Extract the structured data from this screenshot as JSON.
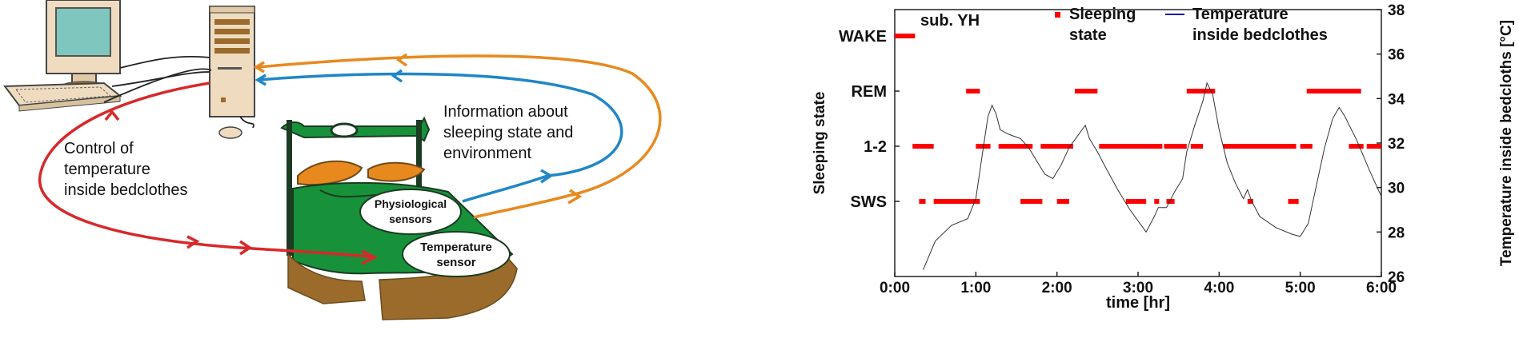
{
  "diagram": {
    "control_label": [
      "Control of",
      "temperature",
      "inside bedclothes"
    ],
    "info_label": [
      "Information about",
      "sleeping state and",
      "environment"
    ],
    "physio_label": [
      "Physiological",
      "sensors"
    ],
    "temp_sensor_label": [
      "Temperature",
      "sensor"
    ],
    "colors": {
      "orange": "#e8891e",
      "blue": "#1f86c8",
      "red": "#d8282a",
      "green": "#17913a",
      "brown": "#9a6b2b"
    }
  },
  "chart_data": {
    "type": "line",
    "subject_label": "sub. YH",
    "legend": {
      "sleep": "Sleeping state",
      "sleep_lines": [
        "Sleeping",
        "state"
      ],
      "temp_lines": [
        "Temperature",
        "inside bedclothes"
      ]
    },
    "xlabel": "time [hr]",
    "ylabel_left": "Sleeping state",
    "ylabel_right": "Temperature inside bedcloths [°C]",
    "x_ticks": [
      "0:00",
      "1:00",
      "2:00",
      "3:00",
      "4:00",
      "5:00",
      "6:00"
    ],
    "xlim": [
      0,
      6
    ],
    "sleep_levels": [
      "WAKE",
      "REM",
      "1-2",
      "SWS"
    ],
    "y_right_ticks": [
      "26",
      "28",
      "30",
      "32",
      "34",
      "36",
      "38"
    ],
    "ylim_right": [
      26,
      38
    ],
    "sleep_color": "#ff0000",
    "temp_color": "#333333",
    "legend_temp_color": "#1a1a9e",
    "sleep_segments": {
      "WAKE": [
        [
          0.0,
          0.25
        ]
      ],
      "REM": [
        [
          0.88,
          1.05
        ],
        [
          2.22,
          2.5
        ],
        [
          3.6,
          3.95
        ],
        [
          5.08,
          5.75
        ]
      ],
      "1-2": [
        [
          0.22,
          0.48
        ],
        [
          1.0,
          1.18
        ],
        [
          1.28,
          1.7
        ],
        [
          1.8,
          2.2
        ],
        [
          2.52,
          3.3
        ],
        [
          3.32,
          3.6
        ],
        [
          3.65,
          3.8
        ],
        [
          4.05,
          4.95
        ],
        [
          5.0,
          5.15
        ],
        [
          5.6,
          5.78
        ],
        [
          5.82,
          6.0
        ]
      ],
      "SWS": [
        [
          0.3,
          0.38
        ],
        [
          0.48,
          1.05
        ],
        [
          1.55,
          1.82
        ],
        [
          2.0,
          2.15
        ],
        [
          2.85,
          3.1
        ],
        [
          3.2,
          3.26
        ],
        [
          3.35,
          3.45
        ],
        [
          4.35,
          4.42
        ],
        [
          4.85,
          4.98
        ]
      ]
    },
    "temperature": {
      "t": [
        0.35,
        0.5,
        0.7,
        0.9,
        1.0,
        1.1,
        1.15,
        1.2,
        1.25,
        1.3,
        1.4,
        1.55,
        1.65,
        1.75,
        1.85,
        1.95,
        2.05,
        2.15,
        2.25,
        2.35,
        2.4,
        2.5,
        2.6,
        2.75,
        2.9,
        3.0,
        3.1,
        3.2,
        3.25,
        3.35,
        3.45,
        3.55,
        3.6,
        3.7,
        3.8,
        3.85,
        3.92,
        4.0,
        4.1,
        4.2,
        4.3,
        4.35,
        4.4,
        4.5,
        4.7,
        4.9,
        5.0,
        5.1,
        5.2,
        5.3,
        5.4,
        5.48,
        5.55,
        5.7,
        5.85,
        6.0
      ],
      "v": [
        26.3,
        27.6,
        28.3,
        28.6,
        29.5,
        32.0,
        33.2,
        33.7,
        33.3,
        32.6,
        32.4,
        32.2,
        31.8,
        31.2,
        30.6,
        30.4,
        31.0,
        31.8,
        32.3,
        32.8,
        32.2,
        31.6,
        30.9,
        29.9,
        29.0,
        28.5,
        28.0,
        28.7,
        29.1,
        29.1,
        29.8,
        30.4,
        31.6,
        32.8,
        33.9,
        34.7,
        34.2,
        32.6,
        31.1,
        30.2,
        29.5,
        29.9,
        29.4,
        28.7,
        28.2,
        27.9,
        27.8,
        28.4,
        30.1,
        31.8,
        33.1,
        33.6,
        33.2,
        32.1,
        30.8,
        29.6
      ]
    }
  }
}
